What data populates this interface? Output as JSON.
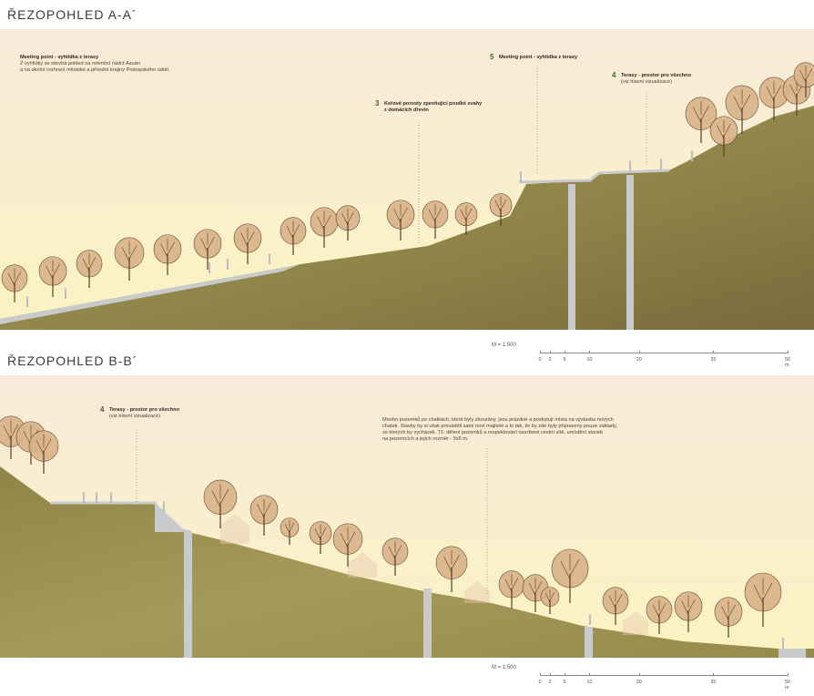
{
  "sections": [
    {
      "title": "ŘEZOPOHLED  A-A´",
      "annotations": [
        {
          "number": "",
          "head": "Meeting point - vyhlídka z terasy",
          "body": [
            "Z vyhlídky se otevírá pohled na retenční nádrž Asuán",
            "a na okolní rozhraní městské a přírodní krajiny Prokopského údolí."
          ]
        },
        {
          "number": "3",
          "head": "Keřové porosty zpevňující prudké svahy",
          "body": [
            "z domácích dřevin"
          ]
        },
        {
          "number": "5",
          "head": "Meeting point - vyhlídka z terasy",
          "body": []
        },
        {
          "number": "4",
          "head": "Terasy - prostor pro všechno",
          "body": [
            "(viz hlavní vizualizace)"
          ]
        }
      ],
      "scale": {
        "label": "M = 1:500",
        "ticks": [
          "0",
          "2",
          "5",
          "10",
          "20",
          "35",
          "50 m"
        ]
      }
    },
    {
      "title": "ŘEZOPOHLED  B-B´",
      "annotations": [
        {
          "number": "4",
          "head": "Terasy - prostor pro všechno",
          "body": [
            "(viz hlavní vizualizace)"
          ]
        },
        {
          "number": "",
          "head": "",
          "body": [
            "Mnoho pozemků po chatkách, které byly zbourány, jsou prázdné a poskytují místa na výstavbu nových",
            "chatek. Stavby by si však prováděli sami noví majitelé a to tak, že by zde byly připraveny pouze základy,",
            "ze kterých by vycházeli. T1: dělení pozemků a respektování navržené cestní sítě, umístění staveb",
            "na pozemcích a jejich rozměr - 5x5 m."
          ]
        }
      ],
      "scale": {
        "label": "M = 1:500",
        "ticks": [
          "0",
          "2",
          "5",
          "10",
          "20",
          "35",
          "50 m"
        ]
      }
    }
  ],
  "colors": {
    "sky_top": "#f7ead9",
    "sky_bottom": "#fbf3c2",
    "ground_light": "#a79a5c",
    "ground_dark": "#7a6a3c",
    "tree_crown": "#d9b48a",
    "tree_line": "#5a3e25",
    "concrete": "#c9cacc",
    "accent_number": "#3e6a2a"
  },
  "icons": [
    "tree-icon",
    "person-icon",
    "house-icon"
  ]
}
